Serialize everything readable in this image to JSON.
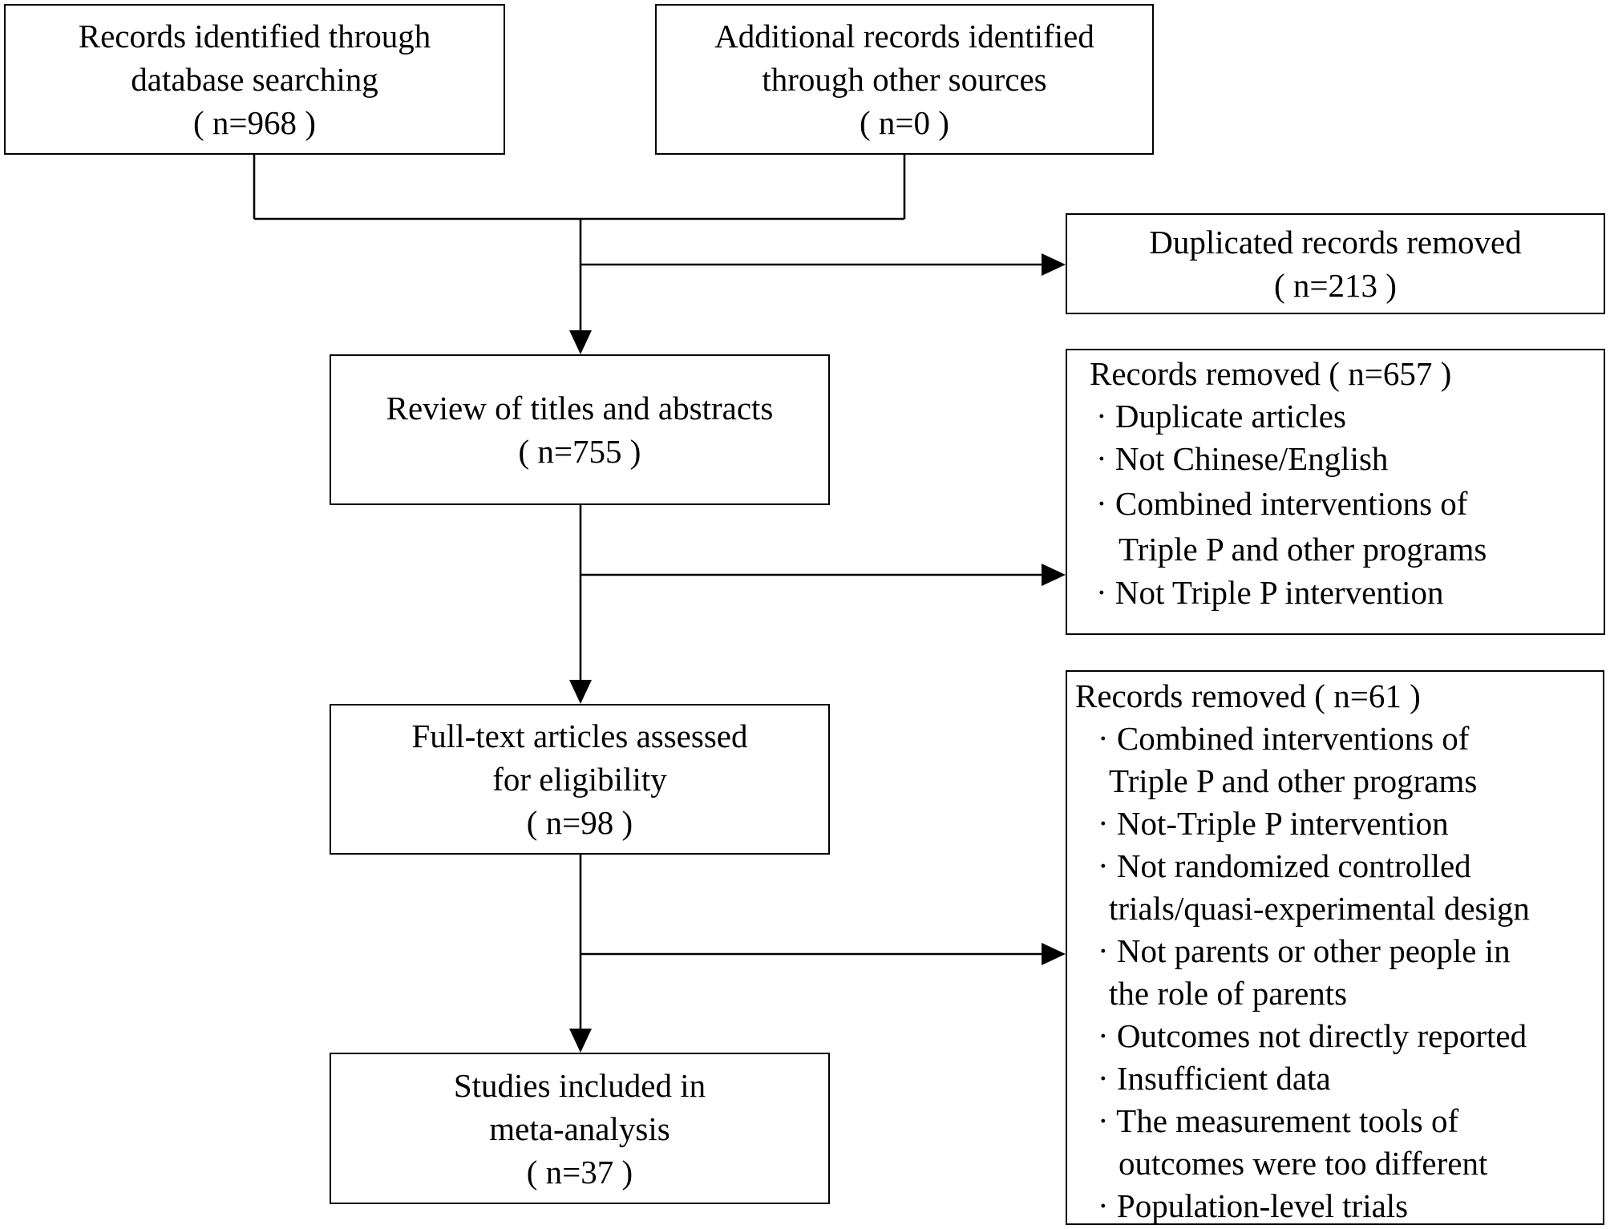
{
  "boxes": {
    "database_search": {
      "lines": [
        "Records identified through",
        "database searching",
        "( n=968 )"
      ]
    },
    "other_sources": {
      "lines": [
        "Additional records identified",
        "through other sources",
        "( n=0 )"
      ]
    },
    "duplicates_removed": {
      "lines": [
        "Duplicated records  removed",
        "( n=213 )"
      ]
    },
    "title_abstract_review": {
      "lines": [
        "Review of titles and abstracts",
        "( n=755 )"
      ]
    },
    "removed_screening": {
      "header": "Records  removed ( n=657 )",
      "items": [
        "· Duplicate articles",
        "· Not Chinese/English",
        "· Combined interventions of",
        "   Triple P and other programs",
        "· Not Triple P intervention"
      ]
    },
    "full_text_assessed": {
      "lines": [
        "Full-text articles assessed",
        "for eligibility",
        "( n=98 )"
      ]
    },
    "removed_eligibility": {
      "header": "Records  removed  ( n=61 )",
      "items": [
        " · Combined interventions of",
        "   Triple P and other programs",
        " · Not-Triple P intervention",
        " · Not randomized controlled",
        "   trials/quasi-experimental design",
        " · Not parents or other people in",
        "   the role of parents",
        " · Outcomes not directly reported",
        " · Insufficient data",
        " · The measurement tools of",
        "    outcomes were too different",
        " · Population-level trials"
      ]
    },
    "included": {
      "lines": [
        "Studies included in",
        "meta-analysis",
        "( n=37 )"
      ]
    }
  }
}
